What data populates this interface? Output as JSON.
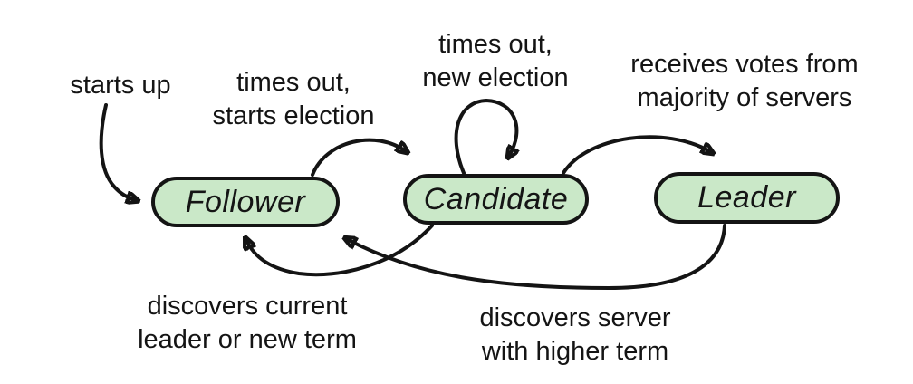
{
  "diagram": {
    "type": "state-machine",
    "states": [
      {
        "id": "follower",
        "label": "Follower"
      },
      {
        "id": "candidate",
        "label": "Candidate"
      },
      {
        "id": "leader",
        "label": "Leader"
      }
    ],
    "transitions": [
      {
        "id": "starts-up",
        "from": "(start)",
        "to": "follower",
        "label": "starts up"
      },
      {
        "id": "times-out-starts-election",
        "from": "follower",
        "to": "candidate",
        "label": "times out,\nstarts election"
      },
      {
        "id": "times-out-new-election",
        "from": "candidate",
        "to": "candidate",
        "label": "times out,\nnew election"
      },
      {
        "id": "receives-votes",
        "from": "candidate",
        "to": "leader",
        "label": "receives votes from\nmajority of servers"
      },
      {
        "id": "discovers-current-leader",
        "from": "candidate",
        "to": "follower",
        "label": "discovers current\nleader or new term"
      },
      {
        "id": "discovers-higher-term",
        "from": "leader",
        "to": "follower",
        "label": "discovers server\nwith higher term"
      }
    ],
    "colors": {
      "background": "#ffffff",
      "state_fill": "#cae8c8",
      "state_border": "#141414",
      "arrow": "#141414",
      "text": "#141414"
    }
  }
}
